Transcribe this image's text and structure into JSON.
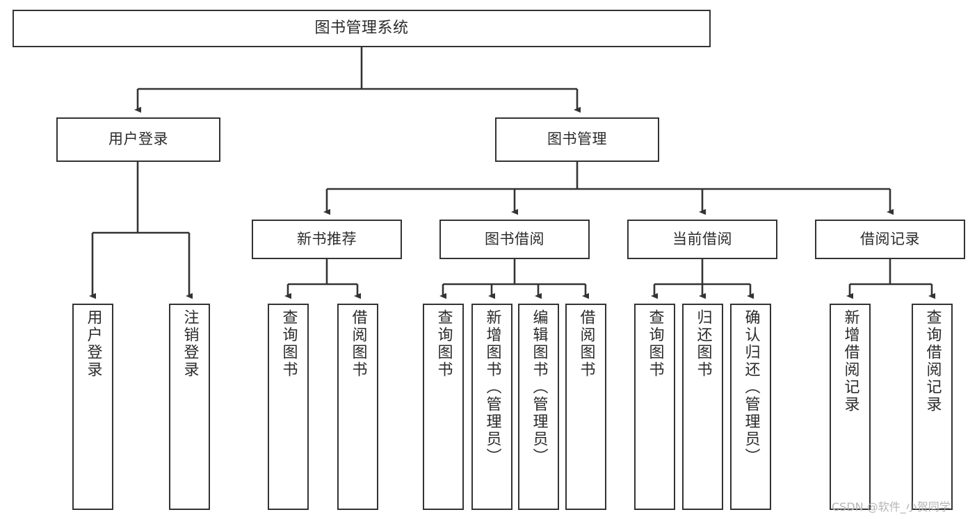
{
  "diagram": {
    "type": "tree",
    "title": "图书管理系统",
    "colors": {
      "node_border": "#333333",
      "node_fill": "#ffffff",
      "edge": "#333333",
      "text": "#2b2b2b",
      "watermark": "#b4b4b4"
    },
    "root": {
      "label": "图书管理系统"
    },
    "level2": [
      {
        "label": "用户登录"
      },
      {
        "label": "图书管理"
      }
    ],
    "level3": [
      {
        "label": "新书推荐"
      },
      {
        "label": "图书借阅"
      },
      {
        "label": "当前借阅"
      },
      {
        "label": "借阅记录"
      }
    ],
    "leaves": [
      {
        "label": "用户登录"
      },
      {
        "label": "注销登录"
      },
      {
        "label": "查询图书"
      },
      {
        "label": "借阅图书"
      },
      {
        "label": "查询图书"
      },
      {
        "label": "新增图书（管理员）"
      },
      {
        "label": "编辑图书（管理员）"
      },
      {
        "label": "借阅图书"
      },
      {
        "label": "查询图书"
      },
      {
        "label": "归还图书"
      },
      {
        "label": "确认归还（管理员）"
      },
      {
        "label": "新增借阅记录"
      },
      {
        "label": "查询借阅记录"
      }
    ]
  },
  "watermark": {
    "text": "CSDN @软件_小贺同学"
  }
}
